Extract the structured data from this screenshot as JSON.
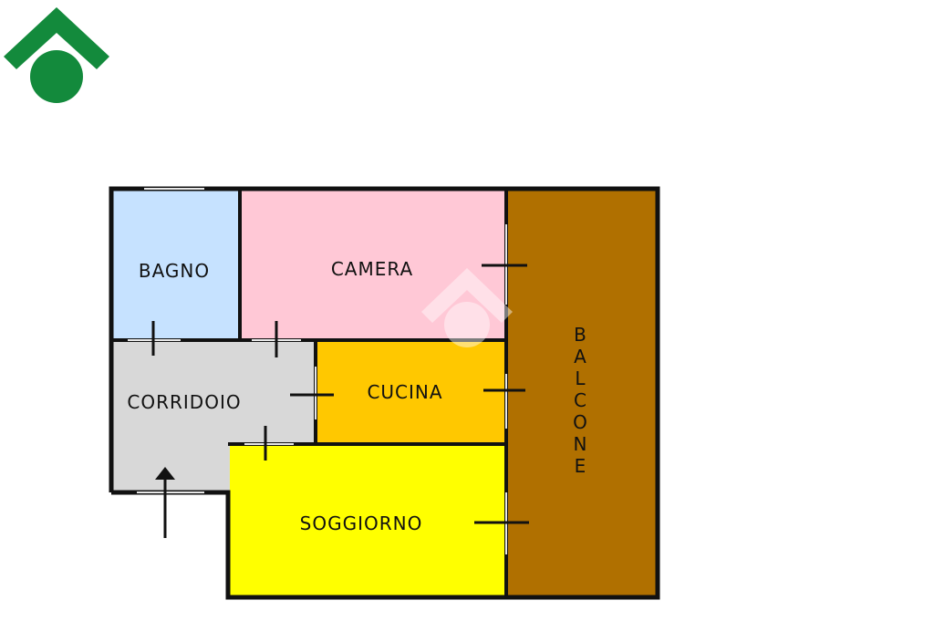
{
  "logo": {
    "icon": "house-circle-logo-icon",
    "color": "#138a3c"
  },
  "watermark": {
    "icon": "house-circle-watermark-icon"
  },
  "rooms": {
    "bagno": {
      "label": "BAGNO",
      "color": "#c6e2ff"
    },
    "camera": {
      "label": "CAMERA",
      "color": "#ffc8d6"
    },
    "corridoio": {
      "label": "CORRIDOIO",
      "color": "#d8d8d8"
    },
    "cucina": {
      "label": "CUCINA",
      "color": "#ffc800"
    },
    "soggiorno": {
      "label": "SOGGIORNO",
      "color": "#ffff00"
    },
    "balcone": {
      "label": "BALCONE",
      "letters": [
        "B",
        "A",
        "L",
        "C",
        "O",
        "N",
        "E"
      ],
      "color": "#b07000"
    }
  },
  "colors": {
    "wall": "#111111",
    "window": "#e8e8e8",
    "background": "#ffffff"
  },
  "entrance": {
    "icon": "entrance-arrow-icon"
  }
}
